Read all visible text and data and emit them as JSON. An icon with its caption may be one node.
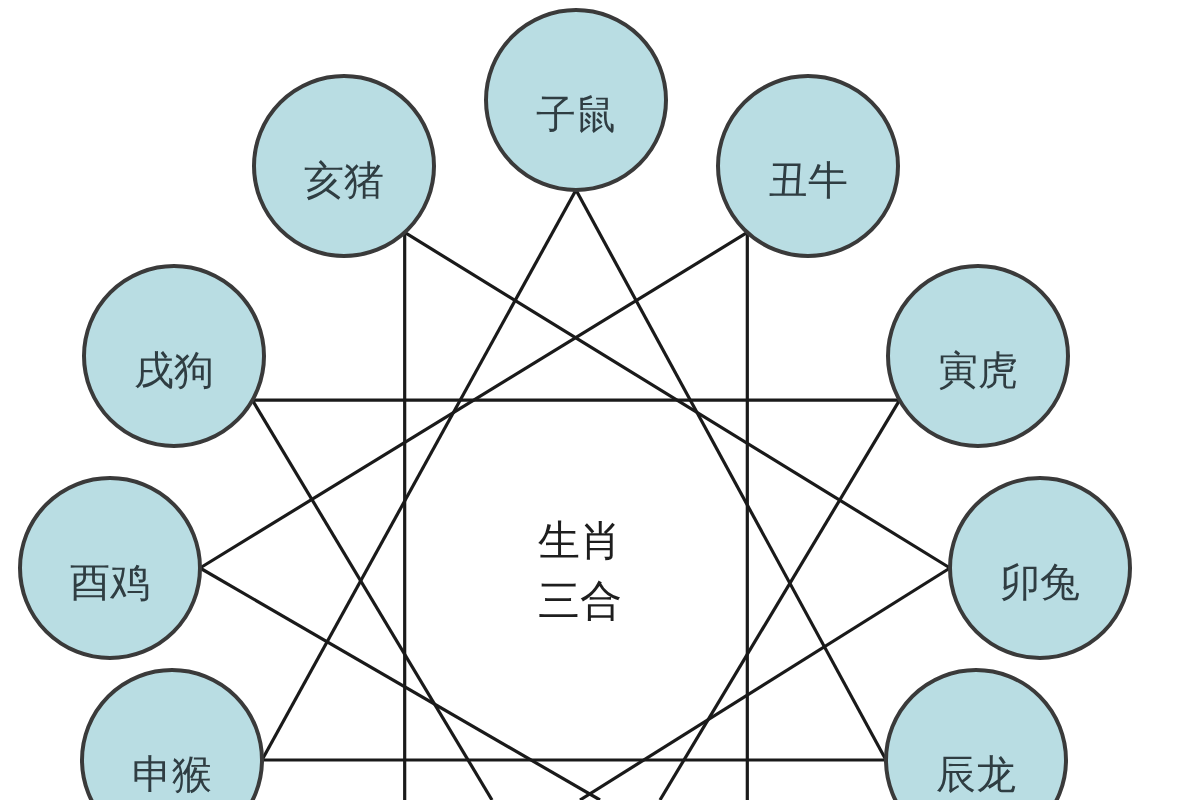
{
  "diagram": {
    "nodes": [
      {
        "text": [
          "子鼠"
        ]
      },
      {
        "text": [
          "亥猪"
        ]
      },
      {
        "text": [
          "丑牛"
        ]
      },
      {
        "text": [
          "戌狗"
        ]
      },
      {
        "text": [
          "寅虎"
        ]
      },
      {
        "text": [
          "酉鸡"
        ]
      },
      {
        "text": [
          "卯兔"
        ]
      },
      {
        "text": [
          "申猴"
        ]
      },
      {
        "text": [
          "辰龙"
        ]
      }
    ],
    "edges": [
      {
        "from": 0,
        "to": 7,
        "arrow": "none"
      },
      {
        "from": 0,
        "to": 8,
        "arrow": "none"
      },
      {
        "from": 7,
        "to": 8,
        "arrow": "none"
      },
      {
        "from": 1,
        "to": 6,
        "arrow": "none"
      },
      {
        "from": 1,
        "to": null,
        "arrow": "none"
      },
      {
        "from": 6,
        "to": null,
        "arrow": "none"
      },
      {
        "from": 2,
        "to": 5,
        "arrow": "none"
      },
      {
        "from": 2,
        "to": null,
        "arrow": "none"
      },
      {
        "from": 5,
        "to": null,
        "arrow": "none"
      },
      {
        "from": 3,
        "to": 4,
        "arrow": "none"
      },
      {
        "from": 3,
        "to": null,
        "arrow": "none"
      },
      {
        "from": 4,
        "to": null,
        "arrow": "none"
      }
    ],
    "labels": [
      "生肖三合"
    ]
  }
}
